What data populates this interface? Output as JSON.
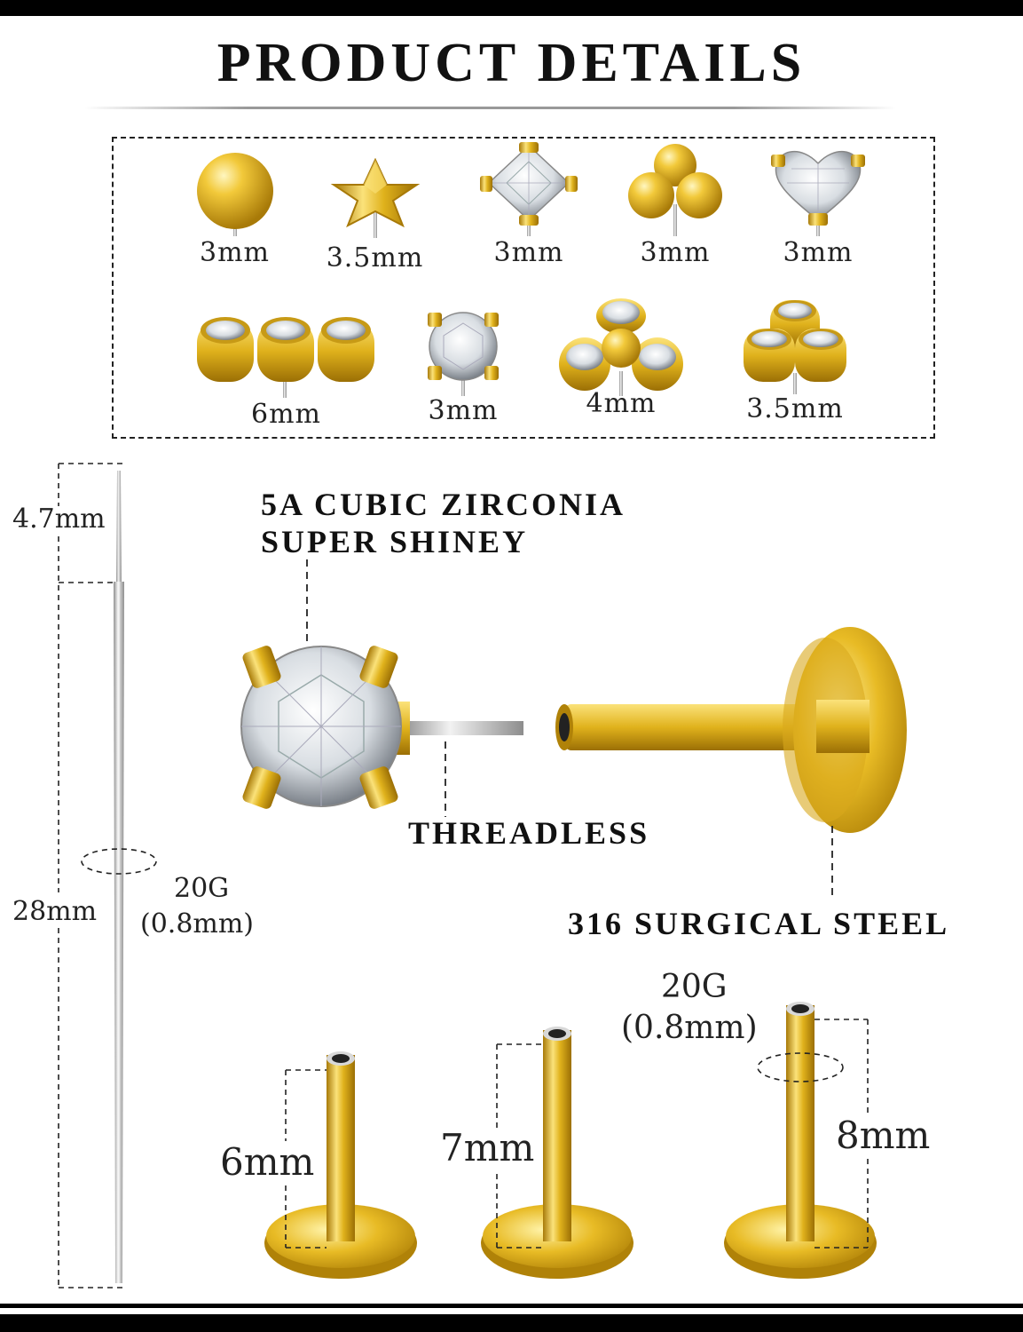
{
  "header": {
    "title": "PRODUCT DETAILS"
  },
  "tops": [
    {
      "shape": "ball",
      "size": "3mm"
    },
    {
      "shape": "star",
      "size": "3.5mm"
    },
    {
      "shape": "square-cz",
      "size": "3mm"
    },
    {
      "shape": "trinity-ball",
      "size": "3mm"
    },
    {
      "shape": "heart-cz",
      "size": "3mm"
    },
    {
      "shape": "three-bezel-row",
      "size": "6mm"
    },
    {
      "shape": "round-cz",
      "size": "3mm"
    },
    {
      "shape": "trinity-cz-ball",
      "size": "4mm"
    },
    {
      "shape": "trinity-bezel",
      "size": "3.5mm"
    }
  ],
  "pin": {
    "tip_length": "4.7mm",
    "length": "28mm",
    "gauge": "20G",
    "gauge_mm": "(0.8mm)"
  },
  "callouts": {
    "stone_line1": "5A CUBIC ZIRCONIA",
    "stone_line2": "SUPER SHINEY",
    "threadless": "THREADLESS",
    "material": "316 SURGICAL STEEL"
  },
  "posts": {
    "gauge": "20G",
    "gauge_mm": "(0.8mm)",
    "lengths": [
      "6mm",
      "7mm",
      "8mm"
    ]
  },
  "colors": {
    "gold": "#e0b21c",
    "gold_dark": "#a87a08",
    "gold_light": "#fbe27a",
    "steel": "#c8c8c8"
  }
}
